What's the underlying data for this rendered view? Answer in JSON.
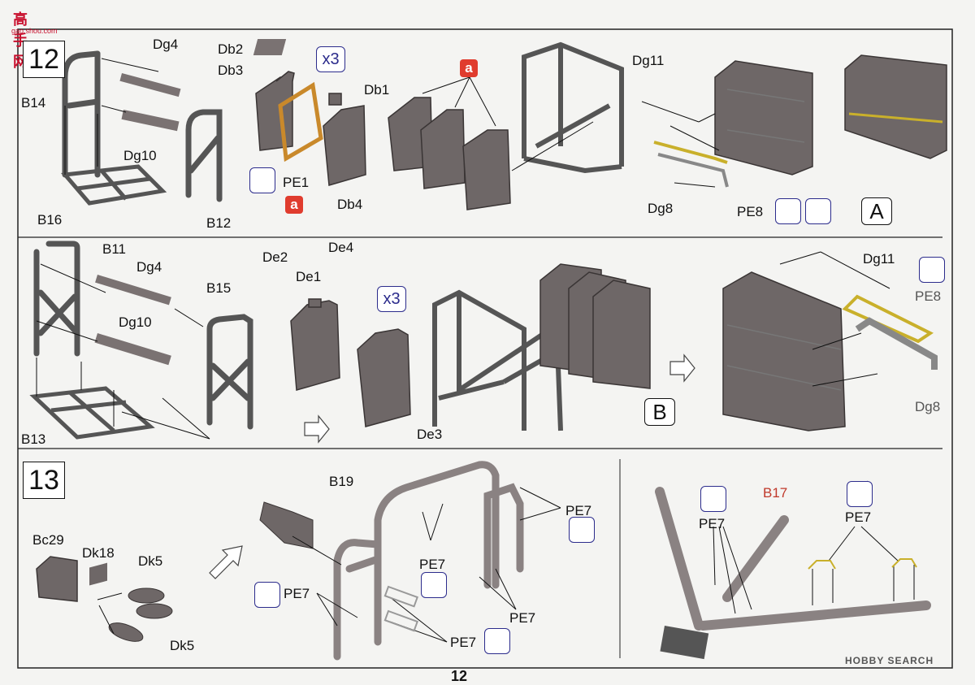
{
  "header": {
    "site_logo": "高手网",
    "site_url": "gao.shou.com"
  },
  "steps": {
    "step12": "12",
    "step13": "13"
  },
  "panel1": {
    "labels": {
      "Dg4": "Dg4",
      "B14": "B14",
      "Dg10": "Dg10",
      "B16": "B16",
      "B12": "B12",
      "Db2": "Db2",
      "Db3": "Db3",
      "Db1": "Db1",
      "PE1": "PE1",
      "Db4": "Db4",
      "Dg11": "Dg11",
      "Dg8": "Dg8",
      "PE8": "PE8"
    },
    "x3": "x3",
    "badge_a1": "a",
    "badge_a2": "a",
    "sub_A": "A"
  },
  "panel2": {
    "labels": {
      "B11": "B11",
      "Dg4": "Dg4",
      "B15": "B15",
      "Dg10": "Dg10",
      "B13": "B13",
      "De2": "De2",
      "De4": "De4",
      "De1": "De1",
      "De3": "De3",
      "Dg11": "Dg11",
      "PE8": "PE8",
      "Dg8": "Dg8"
    },
    "x3": "x3",
    "sub_B": "B"
  },
  "panel3": {
    "labels": {
      "Bc29": "Bc29",
      "Dk18": "Dk18",
      "Dk5a": "Dk5",
      "Dk5b": "Dk5",
      "B19": "B19",
      "PE7_a": "PE7",
      "PE7_b": "PE7",
      "PE7_c": "PE7",
      "PE7_d": "PE7",
      "PE7_e": "PE7"
    }
  },
  "panel4": {
    "labels": {
      "B17": "B17",
      "PE7_f": "PE7",
      "PE7_g": "PE7"
    },
    "accent_color": "#c0392b"
  },
  "footer": {
    "watermark": "HOBBY SEARCH",
    "page_number": "12"
  },
  "icons": [
    "glue-icon",
    "arrow-down-icon",
    "hollow-arrow-icon"
  ]
}
